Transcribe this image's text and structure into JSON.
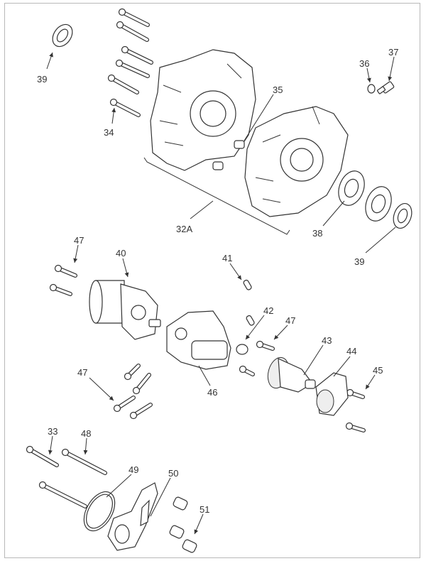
{
  "title": "Crankcase and starter exploded parts diagram",
  "callouts": {
    "seal_top_left": "39",
    "crankcase_bolts": "34",
    "dowel_pins": "35",
    "washer": "36",
    "drain_plug": "37",
    "crankcase_assembly": "32A",
    "bearings": "38",
    "seal_right": "39",
    "starter_bolts": "47",
    "starter_motor": "40",
    "pin": "41",
    "bushing": "42",
    "bolt_mid": "47",
    "starter_gear": "43",
    "starter_cover": "44",
    "cover_bolt": "45",
    "bolts_lower": "47",
    "starter_housing": "46",
    "bolt_33": "33",
    "bolt_48": "48",
    "o_ring": "49",
    "bracket": "50",
    "spacer": "51"
  },
  "colors": {
    "line": "#333333",
    "frame": "#b8b8b8"
  }
}
